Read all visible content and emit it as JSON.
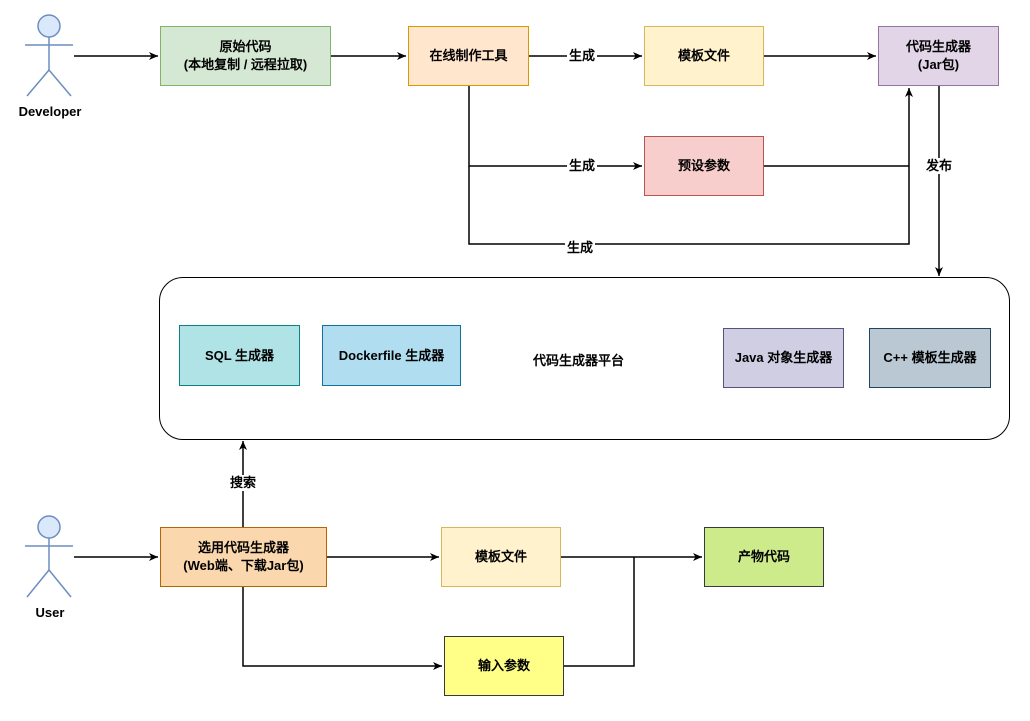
{
  "actors": {
    "developer": "Developer",
    "user": "User"
  },
  "nodes": {
    "source_code": {
      "line1": "原始代码",
      "line2": "(本地复制 /  远程拉取)",
      "fill": "#d5e8d4",
      "stroke": "#82b366"
    },
    "online_tool": {
      "line1": "在线制作工具",
      "fill": "#ffe6cc",
      "stroke": "#d79b00"
    },
    "template_file_top": {
      "line1": "模板文件",
      "fill": "#fff2cc",
      "stroke": "#d6b656"
    },
    "generator_jar": {
      "line1": "代码生成器",
      "line2": "(Jar包)",
      "fill": "#e1d5e7",
      "stroke": "#9673a6"
    },
    "preset_params": {
      "line1": "预设参数",
      "fill": "#f8cecc",
      "stroke": "#b85450"
    },
    "sql_gen": {
      "line1": "SQL 生成器",
      "fill": "#b0e3e6",
      "stroke": "#0e8088"
    },
    "docker_gen": {
      "line1": "Dockerfile 生成器",
      "fill": "#b1ddf0",
      "stroke": "#10739e"
    },
    "java_gen": {
      "line1": "Java 对象生成器",
      "fill": "#d0cee2",
      "stroke": "#56517e"
    },
    "cpp_gen": {
      "line1": "C++ 模板生成器",
      "fill": "#bac8d3",
      "stroke": "#23445d"
    },
    "select_gen": {
      "line1": "选用代码生成器",
      "line2": "(Web端、下载Jar包)",
      "fill": "#fad7ac",
      "stroke": "#b46504"
    },
    "template_file_bottom": {
      "line1": "模板文件",
      "fill": "#fff2cc",
      "stroke": "#d6b656"
    },
    "output_code": {
      "line1": "产物代码",
      "fill": "#cdeb8b",
      "stroke": "#36393d"
    },
    "input_params": {
      "line1": "输入参数",
      "fill": "#ffff88",
      "stroke": "#36393d"
    }
  },
  "platform": {
    "title": "代码生成器平台"
  },
  "edge_labels": {
    "gen1": "生成",
    "gen2": "生成",
    "gen3": "生成",
    "publish": "发布",
    "search": "搜索"
  },
  "colors": {
    "actor_fill": "#dae8fc",
    "actor_stroke": "#6c8ebf",
    "line": "#000000"
  }
}
